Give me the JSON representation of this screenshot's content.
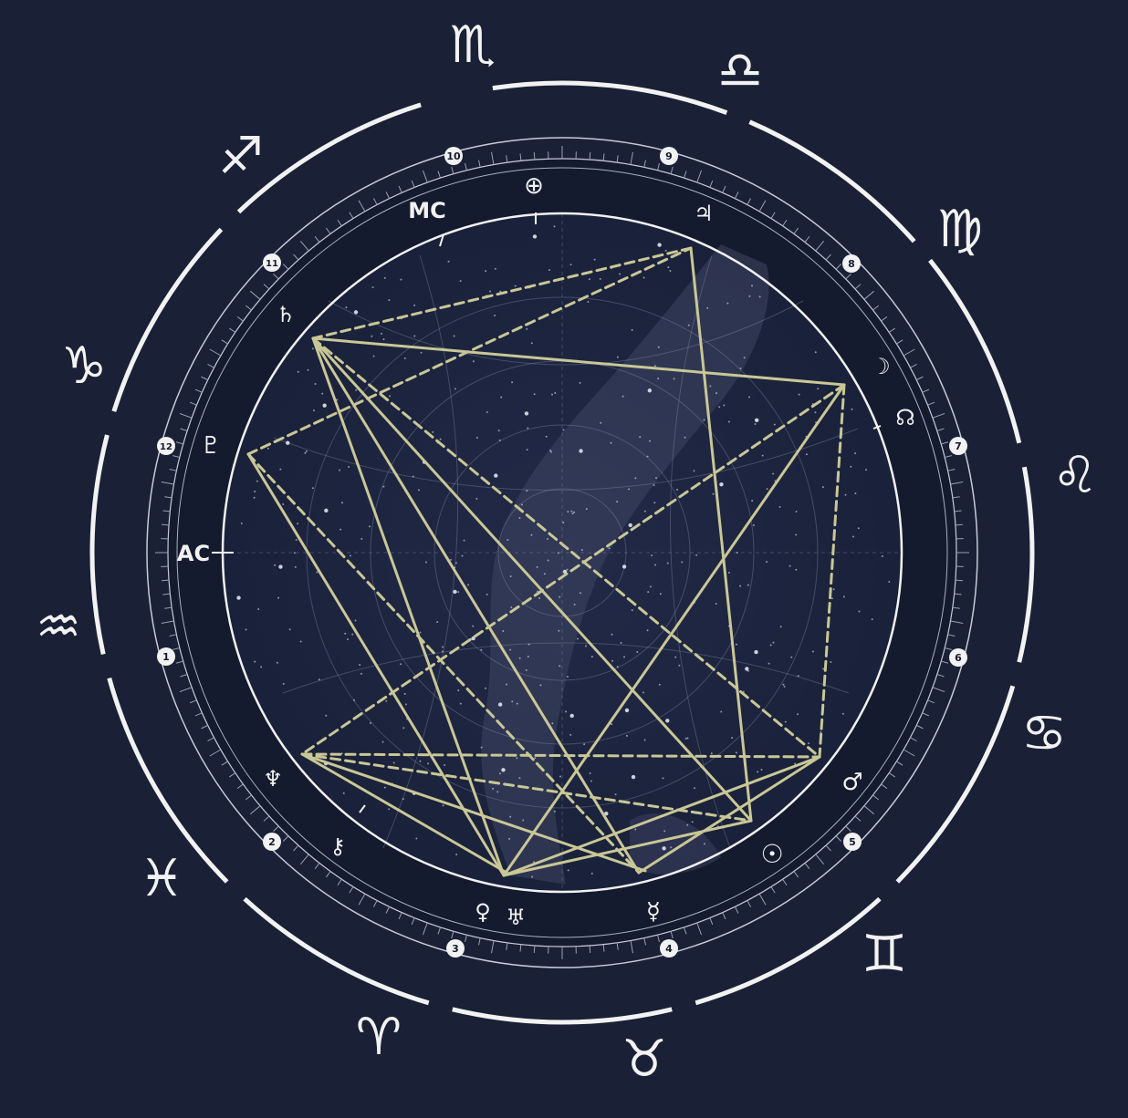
{
  "chart": {
    "colors": {
      "background": "#1a2036",
      "band": "#141b2e",
      "sky": "#1c2440",
      "ring": "#f2f2f2",
      "aspect": "#c9c796",
      "grid": "#8d94ad",
      "milky_way": "#4a5070"
    },
    "angles": {
      "ac": "AC",
      "mc": "MC"
    },
    "signs": [
      {
        "name": "scorpio",
        "glyph": "♏"
      },
      {
        "name": "libra",
        "glyph": "♎"
      },
      {
        "name": "virgo",
        "glyph": "♍"
      },
      {
        "name": "leo",
        "glyph": "♌"
      },
      {
        "name": "cancer",
        "glyph": "♋"
      },
      {
        "name": "gemini",
        "glyph": "♊"
      },
      {
        "name": "taurus",
        "glyph": "♉"
      },
      {
        "name": "aries",
        "glyph": "♈"
      },
      {
        "name": "pisces",
        "glyph": "♓"
      },
      {
        "name": "aquarius",
        "glyph": "♒"
      },
      {
        "name": "capricorn",
        "glyph": "♑"
      },
      {
        "name": "sagittarius",
        "glyph": "♐"
      }
    ],
    "houses": [
      {
        "number": "10"
      },
      {
        "number": "9"
      },
      {
        "number": "8"
      },
      {
        "number": "7"
      },
      {
        "number": "6"
      },
      {
        "number": "5"
      },
      {
        "number": "4"
      },
      {
        "number": "3"
      },
      {
        "number": "2"
      },
      {
        "number": "1"
      },
      {
        "number": "12"
      },
      {
        "number": "11"
      }
    ],
    "planets": [
      {
        "name": "earth",
        "glyph": "⊕"
      },
      {
        "name": "jupiter",
        "glyph": "♃"
      },
      {
        "name": "moon",
        "glyph": "☽"
      },
      {
        "name": "north-node",
        "glyph": "☊"
      },
      {
        "name": "mars",
        "glyph": "♂"
      },
      {
        "name": "sun",
        "glyph": "☉"
      },
      {
        "name": "mercury",
        "glyph": "☿"
      },
      {
        "name": "uranus",
        "glyph": "♅"
      },
      {
        "name": "venus",
        "glyph": "♀"
      },
      {
        "name": "chiron",
        "glyph": "⚷"
      },
      {
        "name": "neptune",
        "glyph": "♆"
      },
      {
        "name": "pluto",
        "glyph": "♇"
      },
      {
        "name": "saturn",
        "glyph": "♄"
      }
    ],
    "aspects": [
      {
        "from": "saturn",
        "to": "moon-pt",
        "style": "solid"
      },
      {
        "from": "saturn",
        "to": "sun-pt",
        "style": "solid"
      },
      {
        "from": "saturn",
        "to": "venus-pt",
        "style": "solid"
      },
      {
        "from": "saturn",
        "to": "mars-pt",
        "style": "dashed"
      },
      {
        "from": "pluto",
        "to": "jupiter-pt",
        "style": "dashed"
      },
      {
        "from": "pluto",
        "to": "venus-pt",
        "style": "solid"
      },
      {
        "from": "pluto",
        "to": "uranus-pt",
        "style": "dashed"
      },
      {
        "from": "jupiter-pt",
        "to": "sun-pt",
        "style": "solid"
      },
      {
        "from": "jupiter-pt",
        "to": "saturn",
        "style": "dashed"
      },
      {
        "from": "moon-pt",
        "to": "venus-pt",
        "style": "solid"
      },
      {
        "from": "moon-pt",
        "to": "neptune-pt",
        "style": "dashed"
      },
      {
        "from": "moon-pt",
        "to": "mars-pt",
        "style": "dashed"
      },
      {
        "from": "neptune-pt",
        "to": "mars-pt",
        "style": "dashed"
      },
      {
        "from": "neptune-pt",
        "to": "sun-pt",
        "style": "dashed"
      },
      {
        "from": "neptune-pt",
        "to": "mercury-pt",
        "style": "solid"
      },
      {
        "from": "neptune-pt",
        "to": "chiron-pt",
        "style": "solid"
      },
      {
        "from": "mars-pt",
        "to": "venus-pt",
        "style": "solid"
      },
      {
        "from": "mars-pt",
        "to": "uranus-pt",
        "style": "solid"
      },
      {
        "from": "sun-pt",
        "to": "venus-pt",
        "style": "solid"
      },
      {
        "from": "uranus-pt",
        "to": "saturn",
        "style": "solid"
      }
    ]
  }
}
